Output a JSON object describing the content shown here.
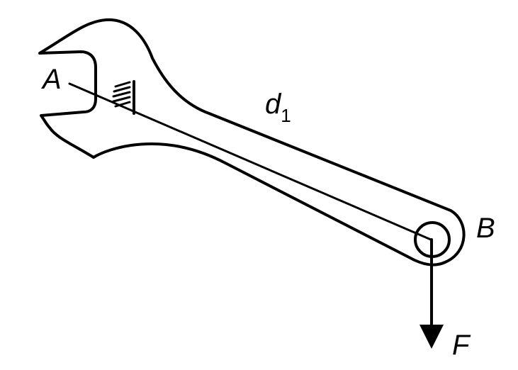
{
  "labels": {
    "point_a": "A",
    "point_b": "B",
    "distance": "d",
    "distance_subscript": "1",
    "force": "F"
  }
}
